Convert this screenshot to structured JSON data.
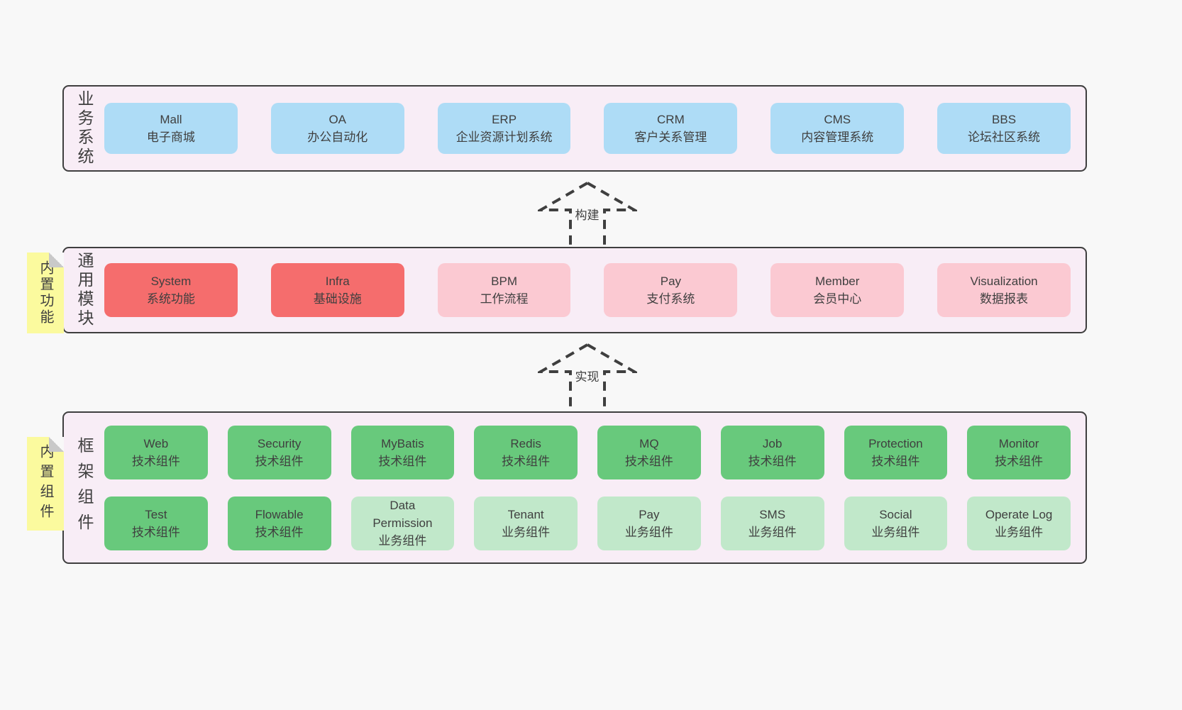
{
  "colors": {
    "page_bg": "#f8f8f8",
    "band_bg": "#f8edf6",
    "band_border": "#3f3f3f",
    "blue": "#aedcf6",
    "red": "#f56d6d",
    "pink": "#fbc9d2",
    "green": "#68c97c",
    "green_light": "#c1e8ca",
    "yellow": "#fbfa9e",
    "fold": "#c9c9c9",
    "text": "#3f3f3f"
  },
  "bands": [
    {
      "side_label": "业务系统",
      "sticky": null,
      "rows": [
        [
          {
            "title": "Mall",
            "subtitle": "电子商城",
            "variant": "blue"
          },
          {
            "title": "OA",
            "subtitle": "办公自动化",
            "variant": "blue"
          },
          {
            "title": "ERP",
            "subtitle": "企业资源计划系统",
            "variant": "blue"
          },
          {
            "title": "CRM",
            "subtitle": "客户关系管理",
            "variant": "blue"
          },
          {
            "title": "CMS",
            "subtitle": "内容管理系统",
            "variant": "blue"
          },
          {
            "title": "BBS",
            "subtitle": "论坛社区系统",
            "variant": "blue"
          }
        ]
      ]
    },
    {
      "side_label": "通用模块",
      "sticky": "内置功能",
      "rows": [
        [
          {
            "title": "System",
            "subtitle": "系统功能",
            "variant": "red"
          },
          {
            "title": "Infra",
            "subtitle": "基础设施",
            "variant": "red"
          },
          {
            "title": "BPM",
            "subtitle": "工作流程",
            "variant": "pink"
          },
          {
            "title": "Pay",
            "subtitle": "支付系统",
            "variant": "pink"
          },
          {
            "title": "Member",
            "subtitle": "会员中心",
            "variant": "pink"
          },
          {
            "title": "Visualization",
            "subtitle": "数据报表",
            "variant": "pink"
          }
        ]
      ]
    },
    {
      "side_label": "框架组件",
      "sticky": "内置组件",
      "rows": [
        [
          {
            "title": "Web",
            "subtitle": "技术组件",
            "variant": "green"
          },
          {
            "title": "Security",
            "subtitle": "技术组件",
            "variant": "green"
          },
          {
            "title": "MyBatis",
            "subtitle": "技术组件",
            "variant": "green"
          },
          {
            "title": "Redis",
            "subtitle": "技术组件",
            "variant": "green"
          },
          {
            "title": "MQ",
            "subtitle": "技术组件",
            "variant": "green"
          },
          {
            "title": "Job",
            "subtitle": "技术组件",
            "variant": "green"
          },
          {
            "title": "Protection",
            "subtitle": "技术组件",
            "variant": "green"
          },
          {
            "title": "Monitor",
            "subtitle": "技术组件",
            "variant": "green"
          }
        ],
        [
          {
            "title": "Test",
            "subtitle": "技术组件",
            "variant": "green"
          },
          {
            "title": "Flowable",
            "subtitle": "技术组件",
            "variant": "green"
          },
          {
            "title": "Data Permission",
            "subtitle": "业务组件",
            "variant": "green-light"
          },
          {
            "title": "Tenant",
            "subtitle": "业务组件",
            "variant": "green-light"
          },
          {
            "title": "Pay",
            "subtitle": "业务组件",
            "variant": "green-light"
          },
          {
            "title": "SMS",
            "subtitle": "业务组件",
            "variant": "green-light"
          },
          {
            "title": "Social",
            "subtitle": "业务组件",
            "variant": "green-light"
          },
          {
            "title": "Operate Log",
            "subtitle": "业务组件",
            "variant": "green-light"
          }
        ]
      ]
    }
  ],
  "arrows": [
    {
      "label": "构建"
    },
    {
      "label": "实现"
    }
  ]
}
